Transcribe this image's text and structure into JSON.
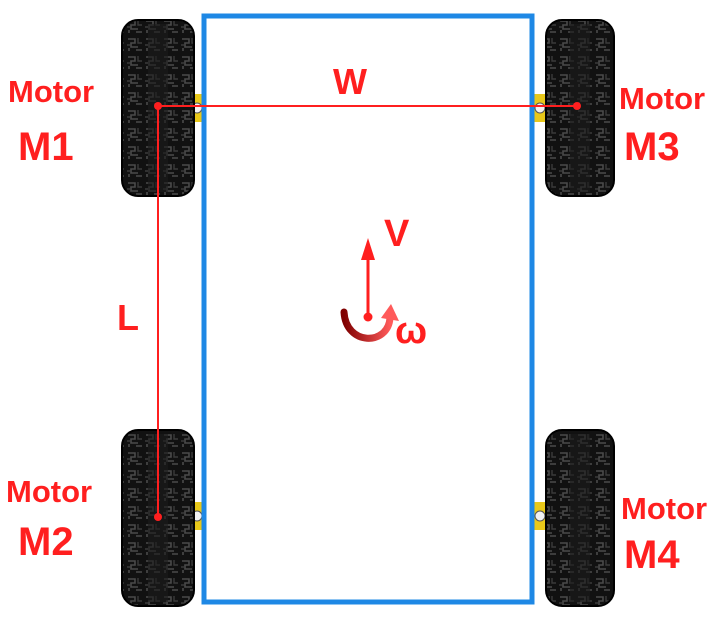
{
  "motors": {
    "m1": {
      "word": "Motor",
      "id": "M1"
    },
    "m2": {
      "word": "Motor",
      "id": "M2"
    },
    "m3": {
      "word": "Motor",
      "id": "M3"
    },
    "m4": {
      "word": "Motor",
      "id": "M4"
    }
  },
  "dimensions": {
    "width_label": "W",
    "length_label": "L"
  },
  "motion": {
    "velocity_label": "V",
    "angular_label": "ω"
  },
  "colors": {
    "chassis_border": "#1e88e5",
    "annotation": "#ff1f1f",
    "tire": "#151515",
    "hub": "#e8c81a",
    "omega_arc": "#c62828"
  }
}
